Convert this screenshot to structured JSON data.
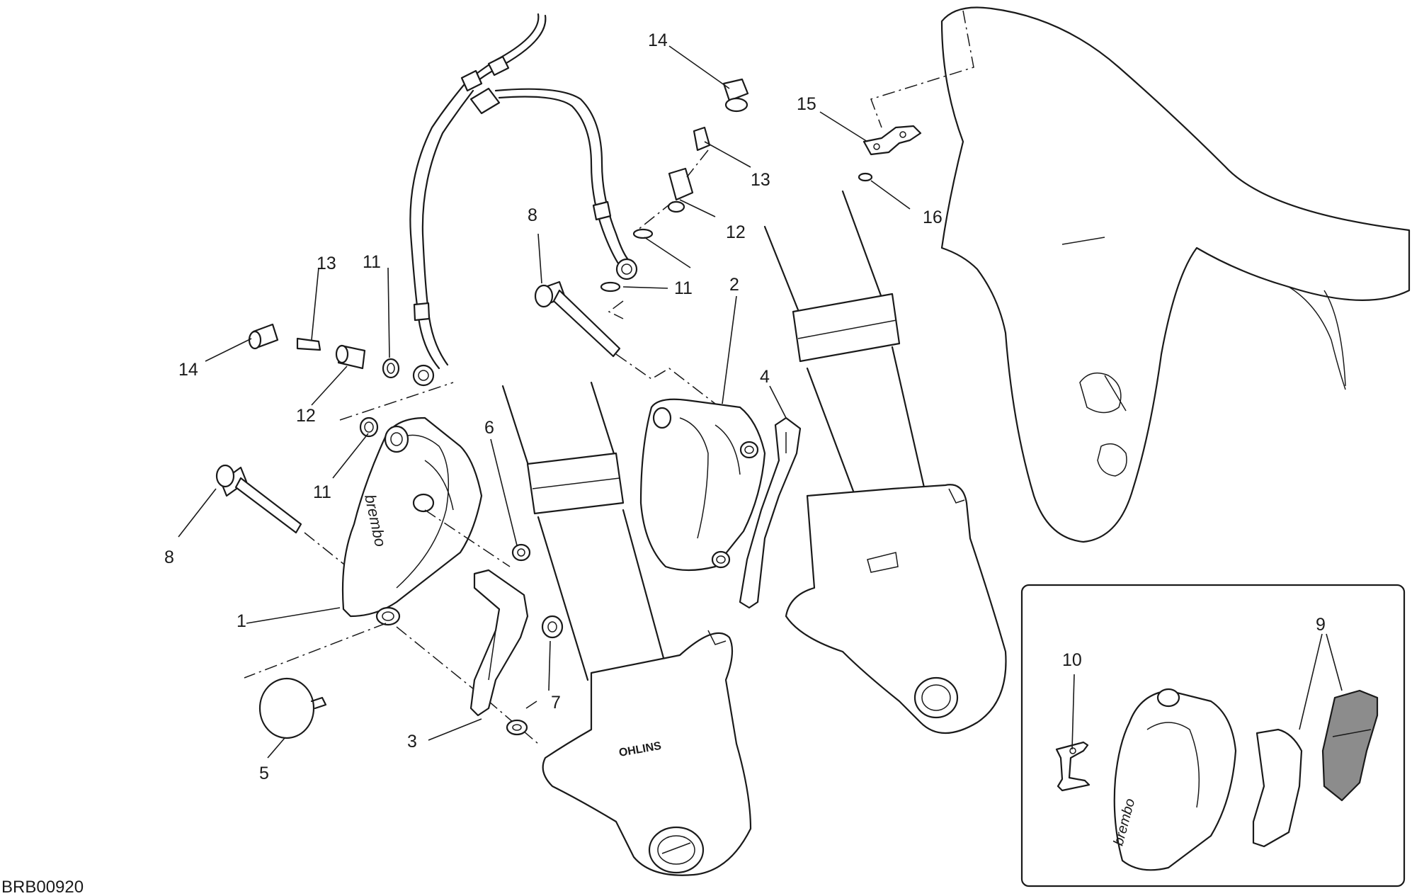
{
  "drawing_code": "BRB00920",
  "callouts": {
    "c1": "1",
    "c2": "2",
    "c3": "3",
    "c4": "4",
    "c5": "5",
    "c6": "6",
    "c7": "7",
    "c8a": "8",
    "c8b": "8",
    "c9": "9",
    "c10": "10",
    "c11a": "11",
    "c11b": "11",
    "c11c": "11",
    "c12a": "12",
    "c12b": "12",
    "c13a": "13",
    "c13b": "13",
    "c14a": "14",
    "c14b": "14",
    "c15": "15",
    "c16": "16"
  },
  "brand_marking": "brembo",
  "fork_marking": "OHLINS"
}
